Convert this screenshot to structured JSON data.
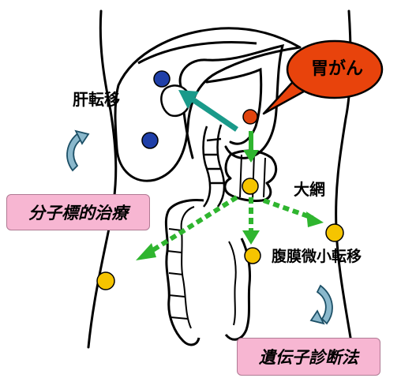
{
  "callout": {
    "text": "胃がん"
  },
  "labels": {
    "liver_metastasis": "肝転移",
    "greater_omentum": "大網",
    "peritoneal_metastasis": "腹膜微小転移"
  },
  "boxes": {
    "molecular_targeted_therapy": "分子標的治療",
    "genetic_diagnosis": "遺伝子診断法"
  },
  "colors": {
    "callout_fill": "#e8430c",
    "tumor_red": "#e0440e",
    "liver_blue": "#1f3fa8",
    "node_yellow": "#f5c400",
    "arrow_green": "#2fb52f",
    "arrow_teal": "#1a9a8a",
    "curved_arrow": "#8ab8cc",
    "pink_box": "#f7b6d2"
  },
  "icons": {
    "curved_arrow_left": "curved-arrow-icon",
    "curved_arrow_right": "curved-arrow-icon"
  }
}
